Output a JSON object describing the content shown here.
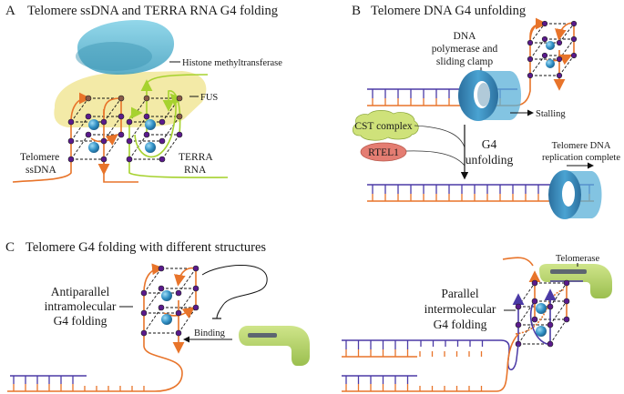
{
  "figure": {
    "panels": [
      {
        "letter": "A",
        "title": "Telomere ssDNA and TERRA RNA G4 folding",
        "labels": {
          "histone": "Histone methyltransferase",
          "fus": "FUS",
          "ssdna_line1": "Telomere",
          "ssdna_line2": "ssDNA",
          "terra_line1": "TERRA",
          "terra_line2": "RNA"
        }
      },
      {
        "letter": "B",
        "title": "Telomere DNA G4 unfolding",
        "labels": {
          "polymerase_line1": "DNA",
          "polymerase_line2": "polymerase and",
          "polymerase_line3": "sliding clamp",
          "stalling": "Stalling",
          "cst": "CST complex",
          "rtel1": "RTEL1",
          "g4_line1": "G4",
          "g4_line2": "unfolding",
          "complete_line1": "Telomere DNA",
          "complete_line2": "replication complete"
        }
      },
      {
        "letter": "C",
        "title": "Telomere G4 folding with different structures",
        "labels": {
          "anti_line1": "Antiparallel",
          "anti_line2": "intramolecular",
          "anti_line3": "G4 folding",
          "binding": "Binding",
          "para_line1": "Parallel",
          "para_line2": "intermolecular",
          "para_line3": "G4 folding",
          "telomerase": "Telomerase"
        }
      }
    ],
    "colors": {
      "dna_strand": "#e8742a",
      "complementary_strand": "#4b3aa6",
      "rna_strand": "#a6d22e",
      "g4_node": "#5a1a8c",
      "g4_node_top": "#8a5a48",
      "ion": "#2f8fc4",
      "histone": "#5ab8d6",
      "fus": "#efe38a",
      "clamp": "#3d8fc0",
      "cst": "#cfe27a",
      "rtel1": "#e47d72",
      "telomerase": "#b9d66a"
    }
  }
}
